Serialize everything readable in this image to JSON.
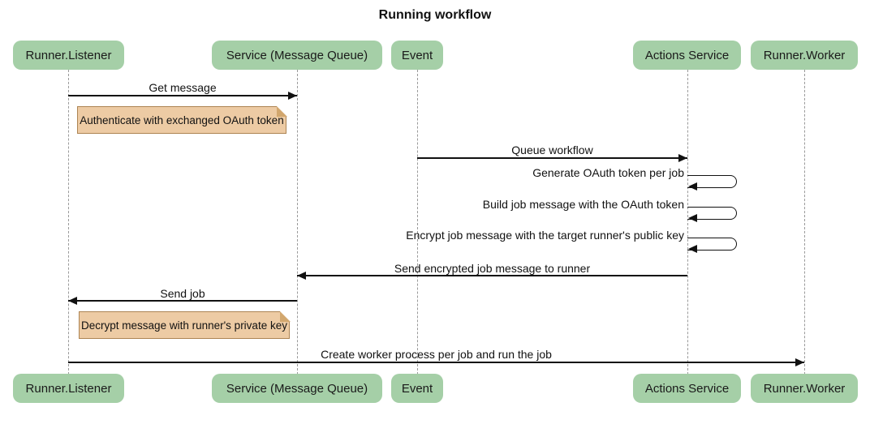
{
  "title": "Running workflow",
  "colors": {
    "actor_fill": "#a5cfa7",
    "actor_text": "#1a1a1a",
    "note_fill": "#edcba4",
    "note_border": "#ad8453",
    "note_fold": "#d2a76e",
    "lifeline": "#9a9a9a",
    "arrow": "#111111",
    "bg": "#ffffff"
  },
  "participants": [
    {
      "label": "Runner.Listener"
    },
    {
      "label": "Service (Message Queue)"
    },
    {
      "label": "Event"
    },
    {
      "label": "Actions Service"
    },
    {
      "label": "Runner.Worker"
    }
  ],
  "messages": [
    {
      "label": "Get message",
      "from": "Runner.Listener",
      "to": "Service (Message Queue)",
      "type": "solid-arrow"
    },
    {
      "label": "Queue workflow",
      "from": "Event",
      "to": "Actions Service",
      "type": "solid-arrow"
    },
    {
      "label": "Generate OAuth token per job",
      "from": "Actions Service",
      "to": "Actions Service",
      "type": "self"
    },
    {
      "label": "Build job message with the OAuth token",
      "from": "Actions Service",
      "to": "Actions Service",
      "type": "self"
    },
    {
      "label": "Encrypt job message with the target runner's public key",
      "from": "Actions Service",
      "to": "Actions Service",
      "type": "self"
    },
    {
      "label": "Send encrypted job message to runner",
      "from": "Actions Service",
      "to": "Service (Message Queue)",
      "type": "solid-arrow"
    },
    {
      "label": "Send job",
      "from": "Service (Message Queue)",
      "to": "Runner.Listener",
      "type": "solid-arrow"
    },
    {
      "label": "Create worker process per job and run the job",
      "from": "Runner.Listener",
      "to": "Runner.Worker",
      "type": "solid-arrow"
    }
  ],
  "notes": [
    {
      "label": "Authenticate with exchanged OAuth token",
      "over": "Runner.Listener"
    },
    {
      "label": "Decrypt message with runner's private key",
      "over": "Runner.Listener"
    }
  ]
}
